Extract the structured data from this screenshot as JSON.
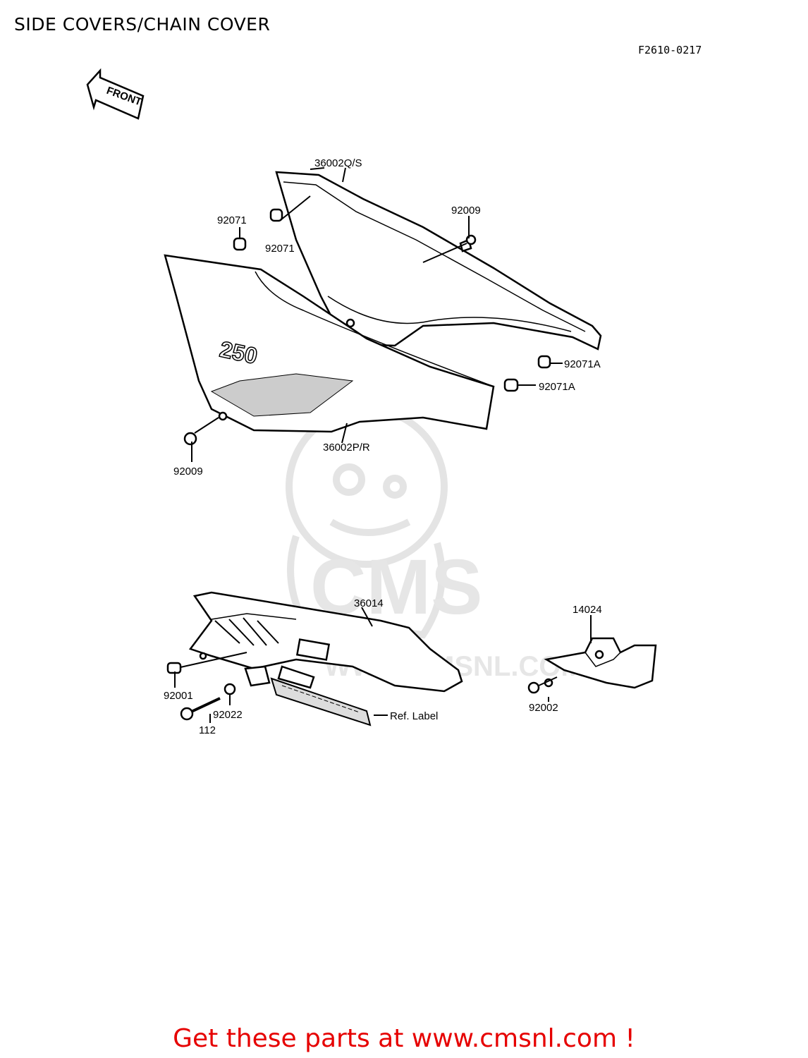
{
  "header": {
    "title": "SIDE COVERS/CHAIN COVER",
    "figure_code": "F2610-0217"
  },
  "front_arrow": {
    "label": "FRONT",
    "icon": "front-arrow-icon"
  },
  "watermark": {
    "text": "CMS",
    "url": "WWW.CMSNL.COM",
    "icon": "cms-mascot-icon"
  },
  "callouts": {
    "side_cover_upper": "36002Q/S",
    "side_cover_lower": "36002P/R",
    "grommet_left": "92071",
    "grommet_mid": "92071",
    "screw_upper": "92009",
    "screw_lower": "92009",
    "grommet_a_upper": "92071A",
    "grommet_a_lower": "92071A",
    "chain_cover": "36014",
    "bolt_92001": "92001",
    "washer_92022": "92022",
    "bolt_112": "112",
    "ref_label": "Ref. Label",
    "guard": "14024",
    "bolt_92002": "92002"
  },
  "footer": {
    "promo": "Get these parts at www.cmsnl.com !",
    "promo_color": "#e60000"
  }
}
